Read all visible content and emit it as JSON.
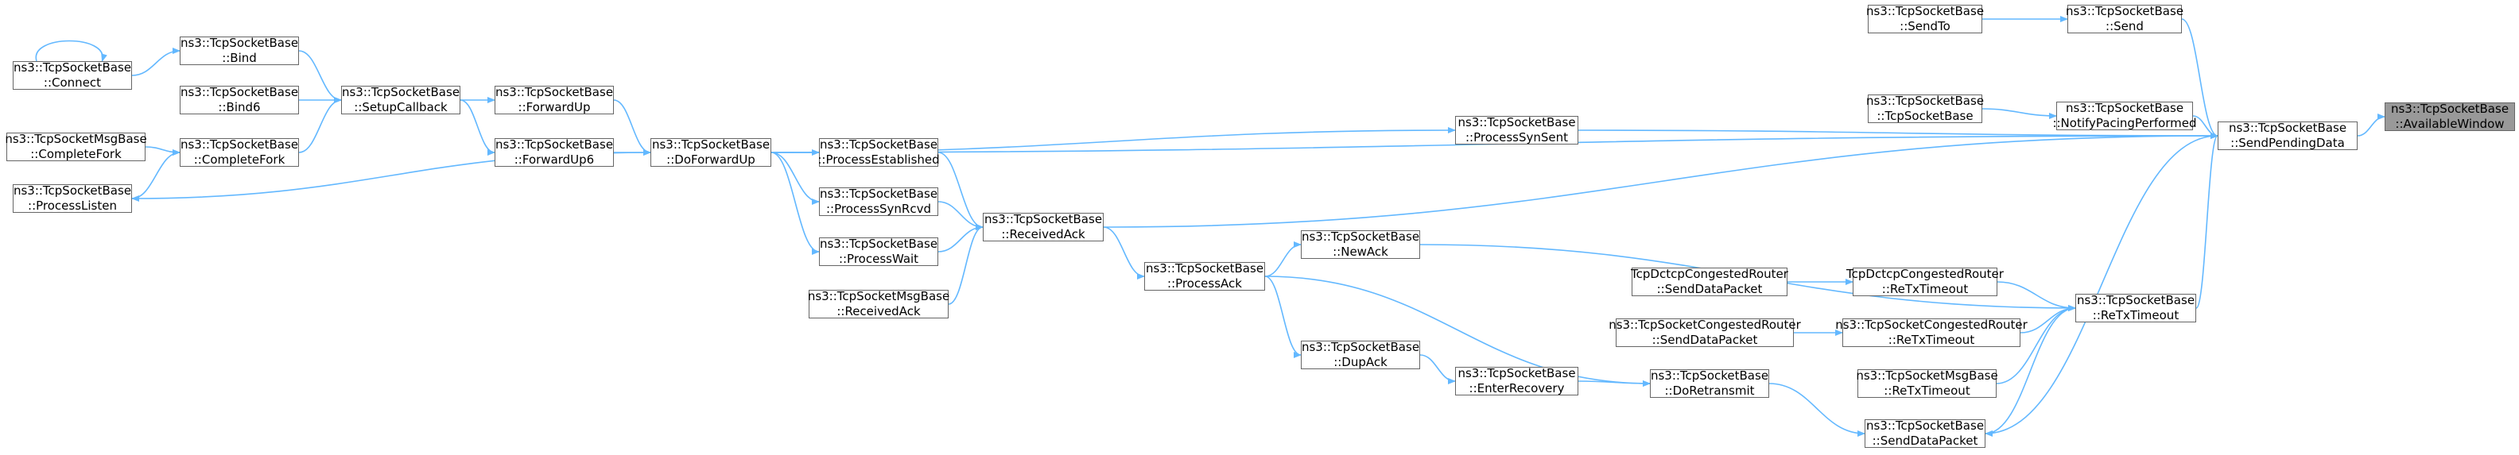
{
  "graph": {
    "edge_color": "#63b8ff",
    "node_border_color": "#666666",
    "current_node_fill": "#999999",
    "nodes": {
      "available_window": {
        "line1": "ns3::TcpSocketBase",
        "line2": "::AvailableWindow"
      },
      "send_pending_data": {
        "line1": "ns3::TcpSocketBase",
        "line2": "::SendPendingData"
      },
      "send": {
        "line1": "ns3::TcpSocketBase",
        "line2": "::Send"
      },
      "send_to": {
        "line1": "ns3::TcpSocketBase",
        "line2": "::SendTo"
      },
      "notify_pacing_performed": {
        "line1": "ns3::TcpSocketBase",
        "line2": "::NotifyPacingPerformed"
      },
      "tcp_socket_base_ctor": {
        "line1": "ns3::TcpSocketBase",
        "line2": "::TcpSocketBase"
      },
      "process_syn_sent": {
        "line1": "ns3::TcpSocketBase",
        "line2": "::ProcessSynSent"
      },
      "do_forward_up": {
        "line1": "ns3::TcpSocketBase",
        "line2": "::DoForwardUp"
      },
      "forward_up": {
        "line1": "ns3::TcpSocketBase",
        "line2": "::ForwardUp"
      },
      "forward_up6": {
        "line1": "ns3::TcpSocketBase",
        "line2": "::ForwardUp6"
      },
      "setup_callback": {
        "line1": "ns3::TcpSocketBase",
        "line2": "::SetupCallback"
      },
      "bind": {
        "line1": "ns3::TcpSocketBase",
        "line2": "::Bind"
      },
      "bind6": {
        "line1": "ns3::TcpSocketBase",
        "line2": "::Bind6"
      },
      "complete_fork": {
        "line1": "ns3::TcpSocketBase",
        "line2": "::CompleteFork"
      },
      "connect": {
        "line1": "ns3::TcpSocketBase",
        "line2": "::Connect"
      },
      "msg_complete_fork": {
        "line1": "ns3::TcpSocketMsgBase",
        "line2": "::CompleteFork"
      },
      "process_listen": {
        "line1": "ns3::TcpSocketBase",
        "line2": "::ProcessListen"
      },
      "process_established": {
        "line1": "ns3::TcpSocketBase",
        "line2": "::ProcessEstablished"
      },
      "process_syn_rcvd": {
        "line1": "ns3::TcpSocketBase",
        "line2": "::ProcessSynRcvd"
      },
      "process_wait": {
        "line1": "ns3::TcpSocketBase",
        "line2": "::ProcessWait"
      },
      "msg_received_ack": {
        "line1": "ns3::TcpSocketMsgBase",
        "line2": "::ReceivedAck"
      },
      "received_ack": {
        "line1": "ns3::TcpSocketBase",
        "line2": "::ReceivedAck"
      },
      "process_ack": {
        "line1": "ns3::TcpSocketBase",
        "line2": "::ProcessAck"
      },
      "new_ack": {
        "line1": "ns3::TcpSocketBase",
        "line2": "::NewAck"
      },
      "dup_ack": {
        "line1": "ns3::TcpSocketBase",
        "line2": "::DupAck"
      },
      "enter_recovery": {
        "line1": "ns3::TcpSocketBase",
        "line2": "::EnterRecovery"
      },
      "do_retransmit": {
        "line1": "ns3::TcpSocketBase",
        "line2": "::DoRetransmit"
      },
      "send_data_packet": {
        "line1": "ns3::TcpSocketBase",
        "line2": "::SendDataPacket"
      },
      "retx_timeout": {
        "line1": "ns3::TcpSocketBase",
        "line2": "::ReTxTimeout"
      },
      "dctcp_retx_timeout": {
        "line1": "TcpDctcpCongestedRouter",
        "line2": "::ReTxTimeout"
      },
      "dctcp_send_data_packet": {
        "line1": "TcpDctcpCongestedRouter",
        "line2": "::SendDataPacket"
      },
      "congested_retx_timeout": {
        "line1": "ns3::TcpSocketCongestedRouter",
        "line2": "::ReTxTimeout"
      },
      "congested_send_data_packet": {
        "line1": "ns3::TcpSocketCongestedRouter",
        "line2": "::SendDataPacket"
      },
      "msg_retx_timeout": {
        "line1": "ns3::TcpSocketMsgBase",
        "line2": "::ReTxTimeout"
      }
    },
    "edges": [
      [
        "send_pending_data",
        "available_window"
      ],
      [
        "send",
        "send_pending_data"
      ],
      [
        "send_to",
        "send"
      ],
      [
        "notify_pacing_performed",
        "send_pending_data"
      ],
      [
        "tcp_socket_base_ctor",
        "notify_pacing_performed"
      ],
      [
        "process_syn_sent",
        "send_pending_data"
      ],
      [
        "do_forward_up",
        "process_syn_sent"
      ],
      [
        "do_forward_up",
        "send_pending_data"
      ],
      [
        "received_ack",
        "send_pending_data"
      ],
      [
        "retx_timeout",
        "send_pending_data"
      ],
      [
        "send_pending_data",
        "send_data_packet"
      ],
      [
        "forward_up",
        "do_forward_up"
      ],
      [
        "forward_up6",
        "do_forward_up"
      ],
      [
        "setup_callback",
        "forward_up"
      ],
      [
        "setup_callback",
        "forward_up6"
      ],
      [
        "bind",
        "setup_callback"
      ],
      [
        "bind6",
        "setup_callback"
      ],
      [
        "complete_fork",
        "setup_callback"
      ],
      [
        "connect",
        "bind"
      ],
      [
        "connect",
        "connect"
      ],
      [
        "msg_complete_fork",
        "complete_fork"
      ],
      [
        "process_listen",
        "complete_fork"
      ],
      [
        "do_forward_up",
        "process_listen"
      ],
      [
        "do_forward_up",
        "process_established"
      ],
      [
        "do_forward_up",
        "process_syn_rcvd"
      ],
      [
        "do_forward_up",
        "process_wait"
      ],
      [
        "process_established",
        "received_ack"
      ],
      [
        "process_syn_rcvd",
        "received_ack"
      ],
      [
        "process_wait",
        "received_ack"
      ],
      [
        "msg_received_ack",
        "received_ack"
      ],
      [
        "received_ack",
        "process_ack"
      ],
      [
        "process_ack",
        "new_ack"
      ],
      [
        "process_ack",
        "dup_ack"
      ],
      [
        "process_ack",
        "do_retransmit"
      ],
      [
        "new_ack",
        "retx_timeout"
      ],
      [
        "dup_ack",
        "enter_recovery"
      ],
      [
        "enter_recovery",
        "do_retransmit"
      ],
      [
        "do_retransmit",
        "send_data_packet"
      ],
      [
        "send_data_packet",
        "retx_timeout"
      ],
      [
        "dctcp_retx_timeout",
        "retx_timeout"
      ],
      [
        "dctcp_send_data_packet",
        "dctcp_retx_timeout"
      ],
      [
        "congested_retx_timeout",
        "retx_timeout"
      ],
      [
        "congested_send_data_packet",
        "congested_retx_timeout"
      ],
      [
        "msg_retx_timeout",
        "retx_timeout"
      ]
    ]
  }
}
